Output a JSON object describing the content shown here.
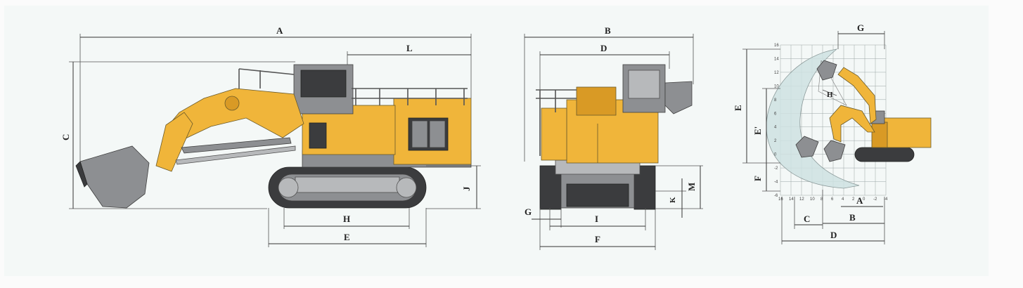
{
  "side_view": {
    "labels": {
      "A": "A",
      "L": "L",
      "C": "C",
      "J": "J",
      "H": "H",
      "E": "E"
    }
  },
  "front_view": {
    "labels": {
      "B": "B",
      "D": "D",
      "M": "M",
      "K": "K",
      "G": "G",
      "I": "I",
      "F": "F"
    }
  },
  "working_range": {
    "labels": {
      "G": "G",
      "E": "E",
      "E_prime": "E'",
      "F": "F",
      "H": "H",
      "A": "A",
      "B": "B",
      "C": "C",
      "D": "D"
    },
    "y_ticks": [
      "16",
      "14",
      "12",
      "10",
      "8",
      "6",
      "4",
      "2",
      "0",
      "-2",
      "-4",
      "-6"
    ],
    "x_ticks": [
      "16",
      "14",
      "12",
      "10",
      "8",
      "6",
      "4",
      "2",
      "0",
      "-2",
      "-4"
    ]
  },
  "colors": {
    "machine_yellow": "#f0b53a",
    "machine_grey": "#8d8f92",
    "envelope": "#cfe2e2"
  }
}
